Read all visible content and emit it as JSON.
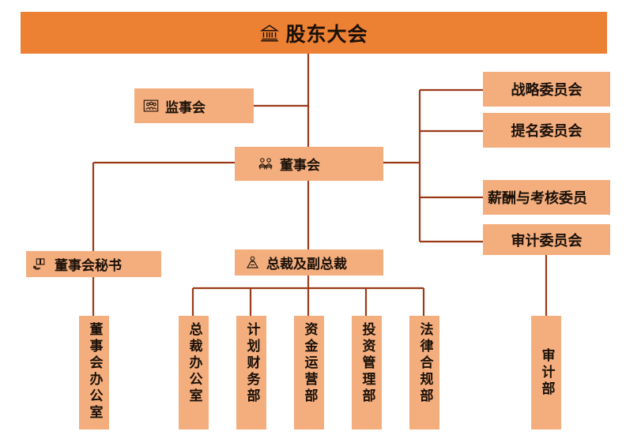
{
  "colors": {
    "banner": "#EC8033",
    "box": "#F4AE7E",
    "line": "#9C3A18",
    "text": "#1a1008",
    "background": "#FFFFFF"
  },
  "banner": {
    "title": "股东大会",
    "icon": "bank-building-icon"
  },
  "nodes": {
    "supervisors": {
      "label": "监事会",
      "icon": "people-frame-icon"
    },
    "board": {
      "label": "董事会",
      "icon": "two-people-seated-icon"
    },
    "secretary": {
      "label": "董事会秘书",
      "icon": "book-hand-icon"
    },
    "president": {
      "label": "总裁及副总裁",
      "icon": "person-podium-icon"
    }
  },
  "committees": [
    {
      "label": "战略委员会"
    },
    {
      "label": "提名委员会"
    },
    {
      "label": "薪酬与考核委员"
    },
    {
      "label": "审计委员会"
    }
  ],
  "departments": {
    "board_office": {
      "label": "董事会办公室"
    },
    "under_president": [
      {
        "label": "总裁办公室"
      },
      {
        "label": "计划财务部"
      },
      {
        "label": "资金运营部"
      },
      {
        "label": "投资管理部"
      },
      {
        "label": "法律合规部"
      }
    ],
    "audit": {
      "label": "审计部"
    }
  }
}
